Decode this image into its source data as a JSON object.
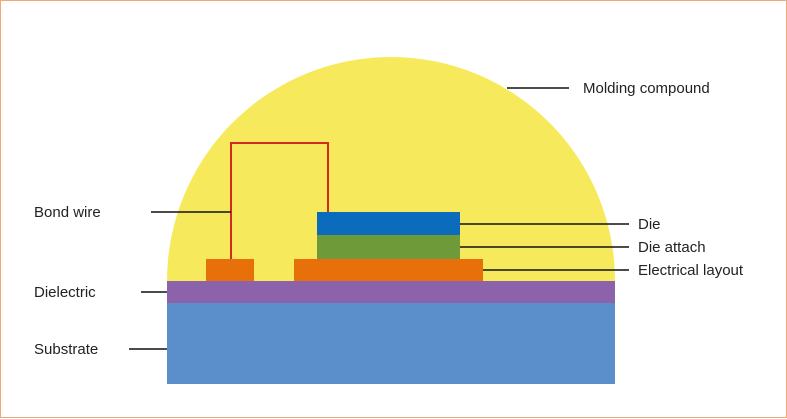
{
  "labels": {
    "molding_compound": "Molding compound",
    "bond_wire": "Bond wire",
    "die": "Die",
    "die_attach": "Die attach",
    "electrical_layout": "Electrical layout",
    "dielectric": "Dielectric",
    "substrate": "Substrate"
  },
  "colors": {
    "border": "#f0a878",
    "molding_compound": "#f6ea5c",
    "bond_wire": "#d52b1e",
    "die": "#0b6cbd",
    "die_attach": "#6f9a3a",
    "electrical_layout": "#e8700a",
    "bond_pad": "#e8700a",
    "dielectric": "#8c63aa",
    "substrate": "#5a8fcc",
    "leader": "#111111"
  }
}
